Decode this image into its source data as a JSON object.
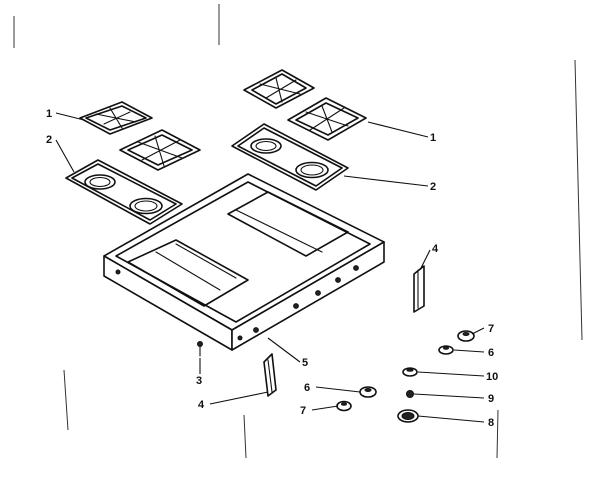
{
  "callouts": {
    "c1_left": "1",
    "c2_left": "2",
    "c1_right": "1",
    "c2_right": "2",
    "c4_right": "4",
    "c5": "5",
    "c3": "3",
    "c4_bottom": "4",
    "c7_top": "7",
    "c6_top": "6",
    "c10": "10",
    "c9": "9",
    "c8": "8",
    "c6_mid": "6",
    "c7_mid": "7"
  }
}
